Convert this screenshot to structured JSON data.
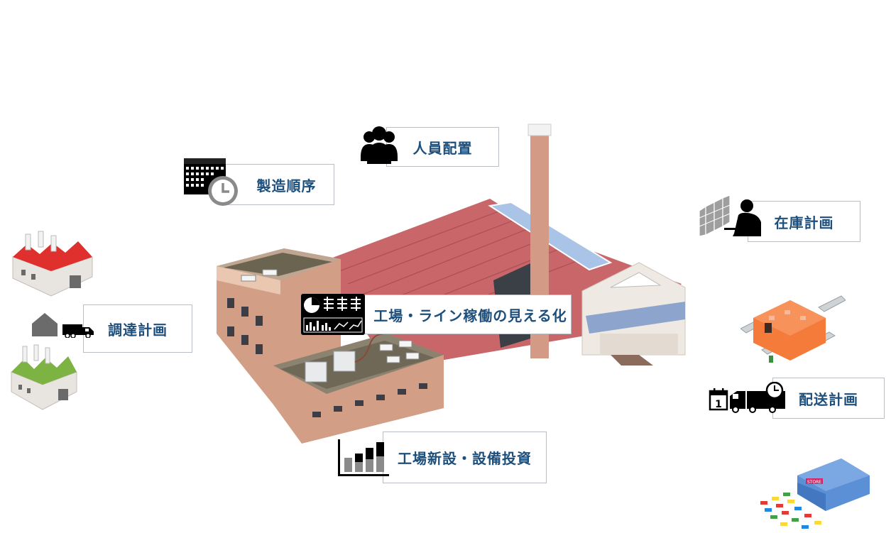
{
  "labels": {
    "staffing": "人員配置",
    "production_sequence": "製造順序",
    "inventory_plan": "在庫計画",
    "procurement_plan": "調達計画",
    "visualization": "工場・ライン稼働の見える化",
    "delivery_plan": "配送計画",
    "investment": "工場新設・設備投資"
  },
  "icons": {
    "staffing": "people-group-icon",
    "production_sequence": "calendar-clock-icon",
    "inventory_plan": "stock-worker-icon",
    "procurement_plan": "warehouse-truck-icon",
    "visualization": "dashboard-icon",
    "delivery_plan": "calendar-truck-clock-icon",
    "investment": "bar-chart-icon"
  },
  "store_sign": "STORE",
  "colors": {
    "label_text": "#1d4f7c",
    "label_border": "#b9bec4",
    "supplier_red": "#e0302e",
    "supplier_green": "#7cb342",
    "warehouse_orange": "#f47b3a",
    "store_blue": "#5b8fd6"
  }
}
